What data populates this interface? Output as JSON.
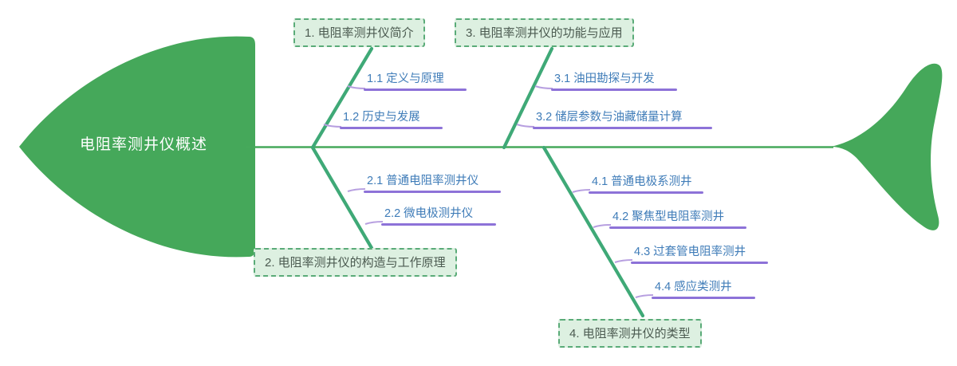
{
  "diagram": {
    "type": "fishbone",
    "title": "电阻率测井仪概述",
    "colors": {
      "fish_green": "#45a85a",
      "spine_green": "#46a95b",
      "branch_green": "#3fa977",
      "box_fill": "#ddf0e1",
      "box_border": "#5aab78",
      "box_text": "#4b5a50",
      "sub_text": "#3f7cb8",
      "sub_rule": "#8d72d8",
      "sub_hook": "#b79fe0",
      "center_text": "#ffffff",
      "background": "#ffffff"
    },
    "categories": [
      {
        "id": "cat-1",
        "label": "1. 电阻率测井仪简介",
        "position": "upper",
        "items": [
          {
            "id": "item-1-1",
            "label": "1.1 定义与原理"
          },
          {
            "id": "item-1-2",
            "label": "1.2 历史与发展"
          }
        ]
      },
      {
        "id": "cat-2",
        "label": "2. 电阻率测井仪的构造与工作原理",
        "position": "lower",
        "items": [
          {
            "id": "item-2-1",
            "label": "2.1 普通电阻率测井仪"
          },
          {
            "id": "item-2-2",
            "label": "2.2 微电极测井仪"
          }
        ]
      },
      {
        "id": "cat-3",
        "label": "3. 电阻率测井仪的功能与应用",
        "position": "upper",
        "items": [
          {
            "id": "item-3-1",
            "label": "3.1 油田勘探与开发"
          },
          {
            "id": "item-3-2",
            "label": "3.2 储层参数与油藏储量计算"
          }
        ]
      },
      {
        "id": "cat-4",
        "label": "4. 电阻率测井仪的类型",
        "position": "lower",
        "items": [
          {
            "id": "item-4-1",
            "label": "4.1 普通电极系测井"
          },
          {
            "id": "item-4-2",
            "label": "4.2 聚焦型电阻率测井"
          },
          {
            "id": "item-4-3",
            "label": "4.3 过套管电阻率测井"
          },
          {
            "id": "item-4-4",
            "label": "4.4 感应类测井"
          }
        ]
      }
    ]
  }
}
